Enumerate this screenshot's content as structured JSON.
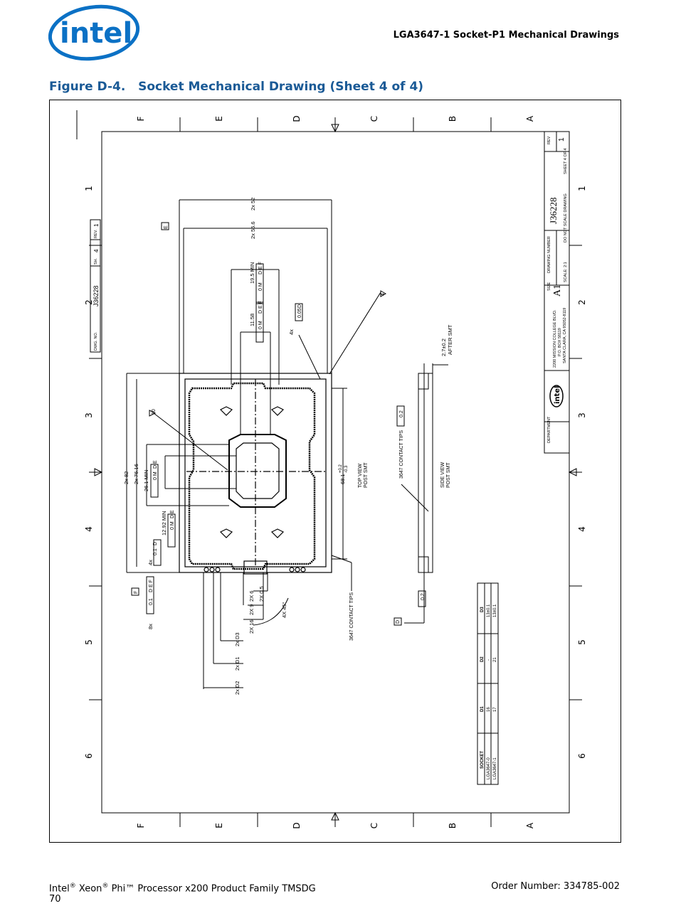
{
  "header": {
    "title": "LGA3647-1 Socket-P1 Mechanical Drawings",
    "logo_text": "intel"
  },
  "figure": {
    "number": "Figure D-4.",
    "title": "Socket Mechanical Drawing (Sheet 4 of 4)"
  },
  "drawing": {
    "zone_letters": [
      "F",
      "E",
      "D",
      "C",
      "B",
      "A"
    ],
    "zone_numbers": [
      "1",
      "2",
      "3",
      "4",
      "5",
      "6"
    ],
    "title_block": {
      "rev_label": "REV",
      "rev": "1",
      "sheet": "SHEET 4 OF 4",
      "drawing_number_label": "DRAWING NUMBER",
      "drawing_number": "J36228",
      "size_label": "SIZE",
      "size": "A1",
      "scale": "SCALE: 2:1",
      "do_not_scale": "DO NOT SCALE DRAWING",
      "address_1": "2200 MISSION COLLEGE BLVD.",
      "address_2": "P.O. BOX 58119",
      "address_3": "SANTA CLARA, CA 95052-8119",
      "department_label": "DEPARTMENT"
    },
    "small_block": {
      "dwg_no_label": "DWG. NO.",
      "dwg_no": "J36228",
      "sh_label": "SH.",
      "sh": "4",
      "rev_label": "REV.",
      "rev": "1"
    },
    "dimensions": {
      "d52": "2x 52",
      "d56_6": "2x 56.6",
      "d19_5": "19.5 MIN",
      "d11_58": "11.58",
      "d82": "2x 82",
      "d76_16": "2x 76.16",
      "d26_1": "26.1 MIN",
      "d12_92": "12.92 MIN",
      "d68_1": "68.1",
      "d68_1_tol_plus": "+0.2",
      "d68_1_tol_minus": "-0.3",
      "d2_7": "2.7±0.2",
      "after_smt": "AFTER SMT",
      "d_4x": "4x",
      "d_8x": "8x",
      "d_2x6": "2X 6",
      "d_2x9": "2X 9",
      "d_2x16": "2X 16",
      "d_2x0_5": "2X 0.5",
      "d_4x45": "4X 45°",
      "d_2xd3": "2x D3",
      "d_2xd1": "2x D1",
      "d_2xd2": "2x D2"
    },
    "callouts": {
      "fcf_0_05": "0.05",
      "fcf_0_1": "0.1",
      "fcf_0_2": "0.2",
      "fcf_0_2b": "0.2",
      "fcf_0m": "0 M",
      "datums_def": "D E F",
      "datums_de": "D E",
      "datum_d": "D",
      "datum_e": "E",
      "datum_f": "F",
      "note_4": "4",
      "note_10": "10"
    },
    "labels": {
      "top_view": "TOP VIEW",
      "post_smt": "POST SMT",
      "side_view": "SIDE VIEW",
      "side_post_smt": "POST SMT",
      "contact_tips_1": "3647 CONTACT TIPS",
      "contact_tips_2": "3647 CONTACT TIPS"
    },
    "socket_table": {
      "headers": [
        "SOCKET",
        "D1",
        "D2",
        "D3"
      ],
      "rows": [
        [
          "LGA3647-0",
          "16",
          "-",
          "13±0.1"
        ],
        [
          "LGA3647-1",
          "17",
          "21",
          "13±0.1"
        ]
      ]
    }
  },
  "footer": {
    "product_line_1": "Intel",
    "reg": "®",
    "product_line_2": " Xeon",
    "product_line_3": " Phi™ Processor x200 Product Family TMSDG",
    "page_number": "70",
    "order_number": "Order Number: 334785-002"
  },
  "colors": {
    "brand_blue": "#1a5a96",
    "logo_blue": "#0b71c5"
  }
}
